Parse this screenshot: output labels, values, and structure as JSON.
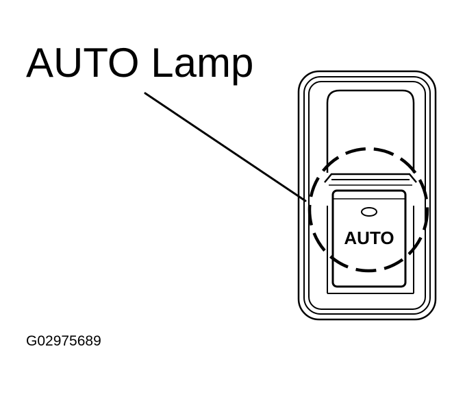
{
  "callout": {
    "label": "AUTO Lamp"
  },
  "switch": {
    "button_text": "AUTO"
  },
  "figure": {
    "id": "G02975689"
  },
  "colors": {
    "ink": "#000000",
    "paper": "#ffffff"
  }
}
